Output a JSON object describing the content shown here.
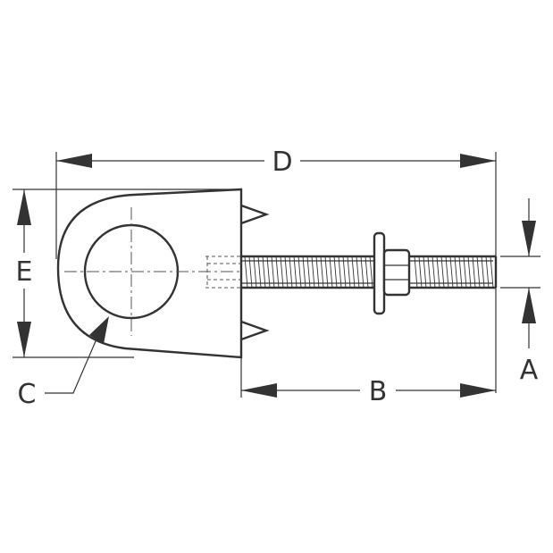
{
  "diagram": {
    "labels": {
      "A": "A",
      "B": "B",
      "C": "C",
      "D": "D",
      "E": "E"
    },
    "colors": {
      "line": "#333333",
      "background": "#ffffff"
    }
  }
}
